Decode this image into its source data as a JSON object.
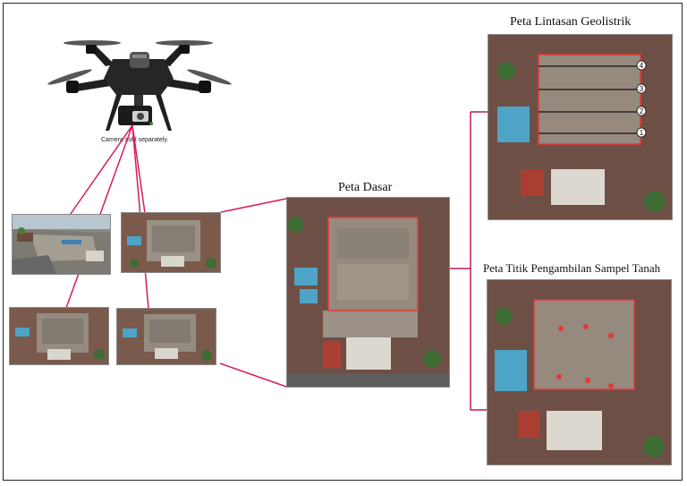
{
  "figure": {
    "drone_caption": "Camera sold separately.",
    "base_map_title": "Peta Dasar",
    "geoelectric_map_title": "Peta Lintasan Geolistrik",
    "soil_sample_map_title": "Peta Titik Pengambilan Sampel Tanah",
    "geoelectric_line_numbers": [
      "4",
      "3",
      "2",
      "1"
    ],
    "colors": {
      "connector": "#d81b60",
      "bracket": "#c2185b",
      "boundary": "#e53935",
      "sample_point": "#e53935",
      "geoelectric_line": "#111111"
    },
    "icons": [
      "drone-icon",
      "aerial-photo-icon"
    ]
  }
}
